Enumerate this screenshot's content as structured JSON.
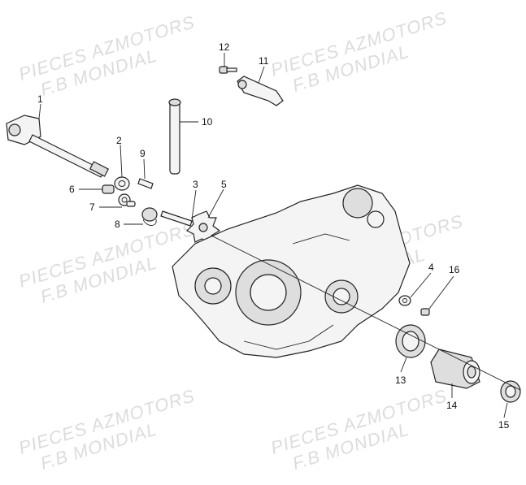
{
  "watermarks": [
    {
      "line1": "PIECES AZMOTORS",
      "line2": "F.B MONDIAL"
    },
    {
      "line1": "PIECES AZMOTORS",
      "line2": "F.B MONDIAL"
    },
    {
      "line1": "PIECES AZMOTORS",
      "line2": "F.B MONDIAL"
    },
    {
      "line1": "PIECES AZMOTORS",
      "line2": "F.B MONDIAL"
    },
    {
      "line1": "PIECES AZMOTORS",
      "line2": "F.B MONDIAL"
    },
    {
      "line1": "PIECES AZMOTORS",
      "line2": "F.B MONDIAL"
    }
  ],
  "callouts": [
    "1",
    "2",
    "3",
    "4",
    "5",
    "6",
    "7",
    "8",
    "9",
    "10",
    "11",
    "12",
    "13",
    "14",
    "15",
    "16"
  ]
}
